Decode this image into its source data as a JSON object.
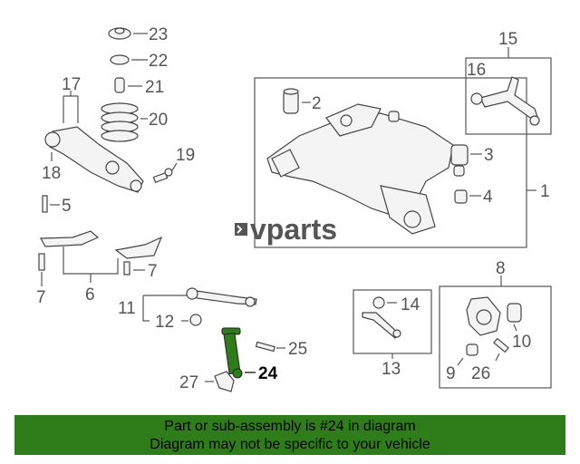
{
  "watermark": "vparts",
  "banner": {
    "line1": "Part or sub-assembly is #24 in diagram",
    "line2": "Diagram may not be specific to your vehicle"
  },
  "highlight_color": "#2e7d1a",
  "callouts": {
    "c1": "1",
    "c2": "2",
    "c3": "3",
    "c4": "4",
    "c5": "5",
    "c6": "6",
    "c7a": "7",
    "c7b": "7",
    "c8": "8",
    "c9": "9",
    "c10": "10",
    "c11": "11",
    "c12": "12",
    "c13": "13",
    "c14": "14",
    "c15": "15",
    "c16": "16",
    "c17": "17",
    "c18": "18",
    "c19": "19",
    "c20": "20",
    "c21": "21",
    "c22": "22",
    "c23": "23",
    "c24": "24",
    "c25": "25",
    "c26": "26",
    "c27": "27"
  }
}
